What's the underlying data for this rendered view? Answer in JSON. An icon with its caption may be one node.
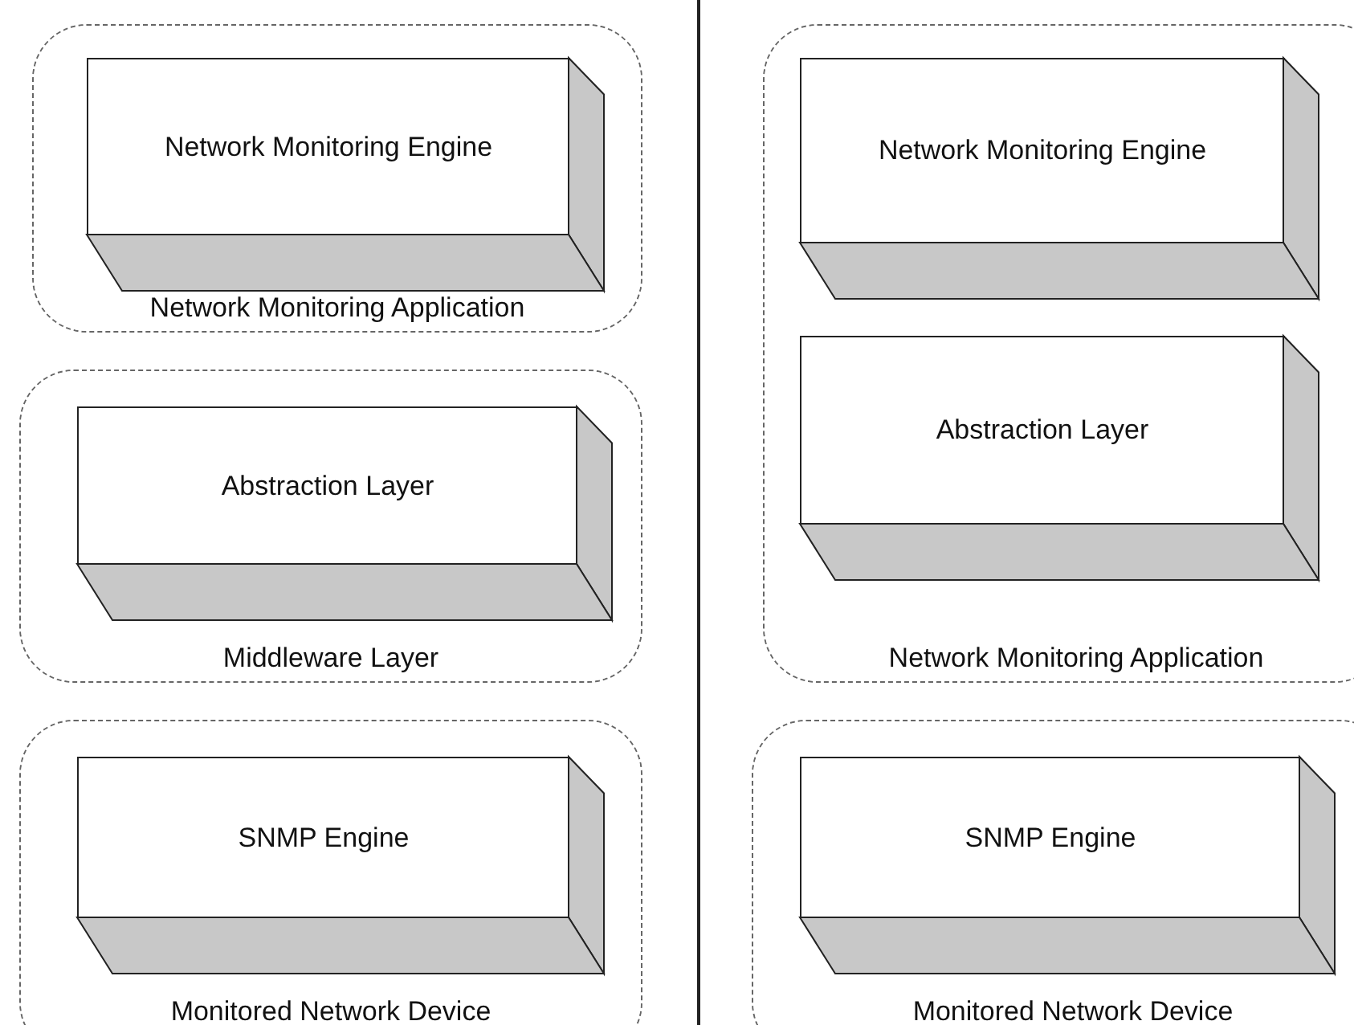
{
  "diagram": {
    "nodes": [
      {
        "text": [
          "Network Monitoring Application"
        ]
      },
      {
        "text": [
          "Network Monitoring Engine"
        ],
        "in": 0
      },
      {
        "text": [
          "Middleware Layer"
        ]
      },
      {
        "text": [
          "Abstraction Layer"
        ],
        "in": 2
      },
      {
        "text": [
          "Monitored Network Device"
        ]
      },
      {
        "text": [
          "SNMP Engine"
        ],
        "in": 4
      },
      {
        "text": [
          "Network Monitoring Application"
        ]
      },
      {
        "text": [
          "Network Monitoring Engine"
        ],
        "in": 6
      },
      {
        "text": [
          "Abstraction Layer"
        ],
        "in": 6
      },
      {
        "text": [
          "Monitored Network Device"
        ]
      },
      {
        "text": [
          "SNMP Engine"
        ],
        "in": 9
      }
    ]
  }
}
